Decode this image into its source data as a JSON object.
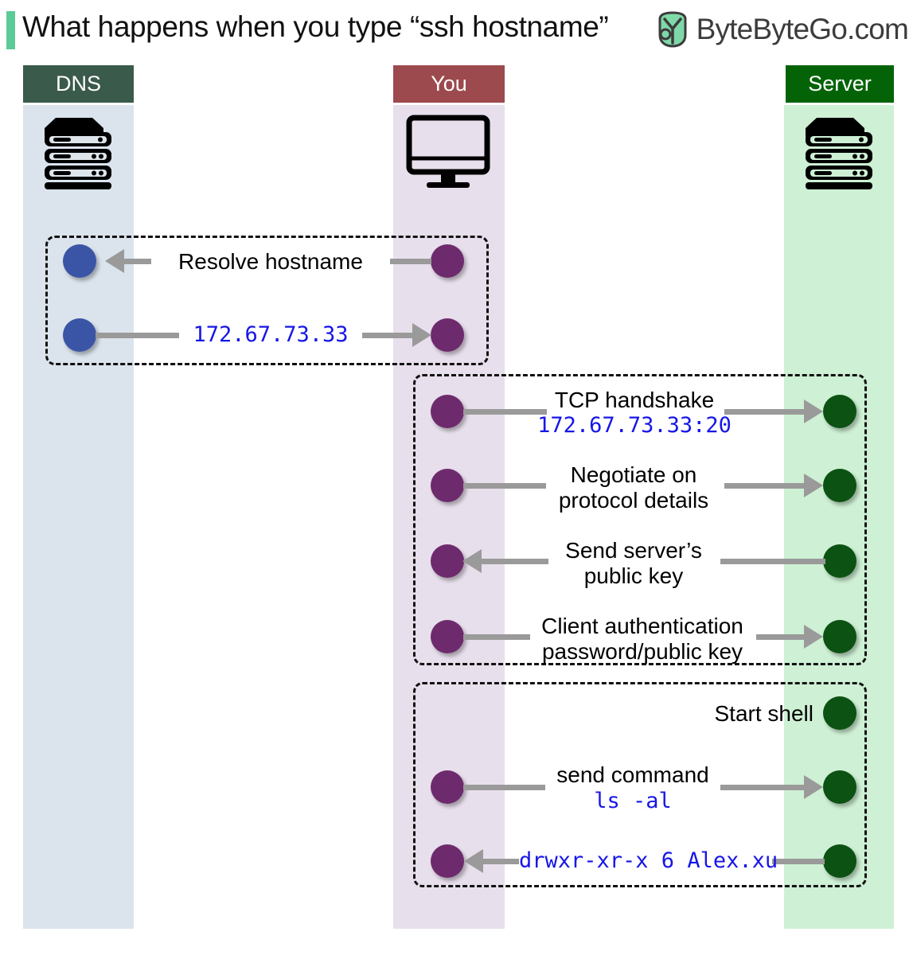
{
  "header": {
    "title": "What happens when you type “ssh hostname”",
    "accent_color": "#5dcb97",
    "brand_name": "ByteByteGo.com",
    "brand_logo_icon": "bytebytego-logo-icon"
  },
  "lanes": [
    {
      "id": "dns",
      "label": "DNS",
      "header_color": "#3a5a4c",
      "lane_color": "#dbe3ec",
      "icon": "server-rack-icon"
    },
    {
      "id": "you",
      "label": "You",
      "header_color": "#9c4a4d",
      "lane_color": "#e8dfec",
      "icon": "desktop-monitor-icon"
    },
    {
      "id": "server",
      "label": "Server",
      "header_color": "#046307",
      "lane_color": "#cef0d4",
      "icon": "server-rack-icon"
    }
  ],
  "colors": {
    "dot_dns": "#3a55a5",
    "dot_you": "#6d2b6d",
    "dot_server": "#0b5213",
    "arrow": "#9a9a9a",
    "mono_text": "#1616e8",
    "group_border": "#111111"
  },
  "groups": [
    {
      "id": "group-dns",
      "name": "dns-resolution-group",
      "steps": [
        {
          "id": "resolve-hostname",
          "label": "Resolve hostname",
          "mono": "",
          "direction": "left",
          "from": "you",
          "to": "dns"
        },
        {
          "id": "dns-answer",
          "label": "",
          "mono": "172.67.73.33",
          "direction": "right",
          "from": "dns",
          "to": "you"
        }
      ]
    },
    {
      "id": "group-ssh",
      "name": "ssh-connection-group",
      "steps": [
        {
          "id": "tcp-handshake",
          "label": "TCP handshake",
          "mono": "172.67.73.33:20",
          "direction": "right",
          "from": "you",
          "to": "server"
        },
        {
          "id": "negotiate-protocol",
          "label": "Negotiate on\nprotocol details",
          "mono": "",
          "direction": "right",
          "from": "you",
          "to": "server"
        },
        {
          "id": "send-server-publickey",
          "label": "Send server’s\npublic key",
          "mono": "",
          "direction": "left",
          "from": "server",
          "to": "you"
        },
        {
          "id": "client-authentication",
          "label": "Client authentication\npassword/public key",
          "mono": "",
          "direction": "right",
          "from": "you",
          "to": "server"
        }
      ]
    },
    {
      "id": "group-shell",
      "name": "shell-session-group",
      "steps": [
        {
          "id": "start-shell",
          "label": "Start shell",
          "mono": "",
          "direction": "none",
          "from": "server",
          "to": "server"
        },
        {
          "id": "send-command",
          "label": "send command",
          "mono": "ls -al",
          "direction": "right",
          "from": "you",
          "to": "server"
        },
        {
          "id": "command-output",
          "label": "",
          "mono": "drwxr-xr-x  6 Alex.xu",
          "direction": "left",
          "from": "server",
          "to": "you"
        }
      ]
    }
  ],
  "labels": {
    "negotiate_line1": "Negotiate on",
    "negotiate_line2": "protocol details",
    "publickey_line1": "Send server’s",
    "publickey_line2": "public key",
    "clientauth_line1": "Client authentication",
    "clientauth_line2": "password/public key"
  }
}
